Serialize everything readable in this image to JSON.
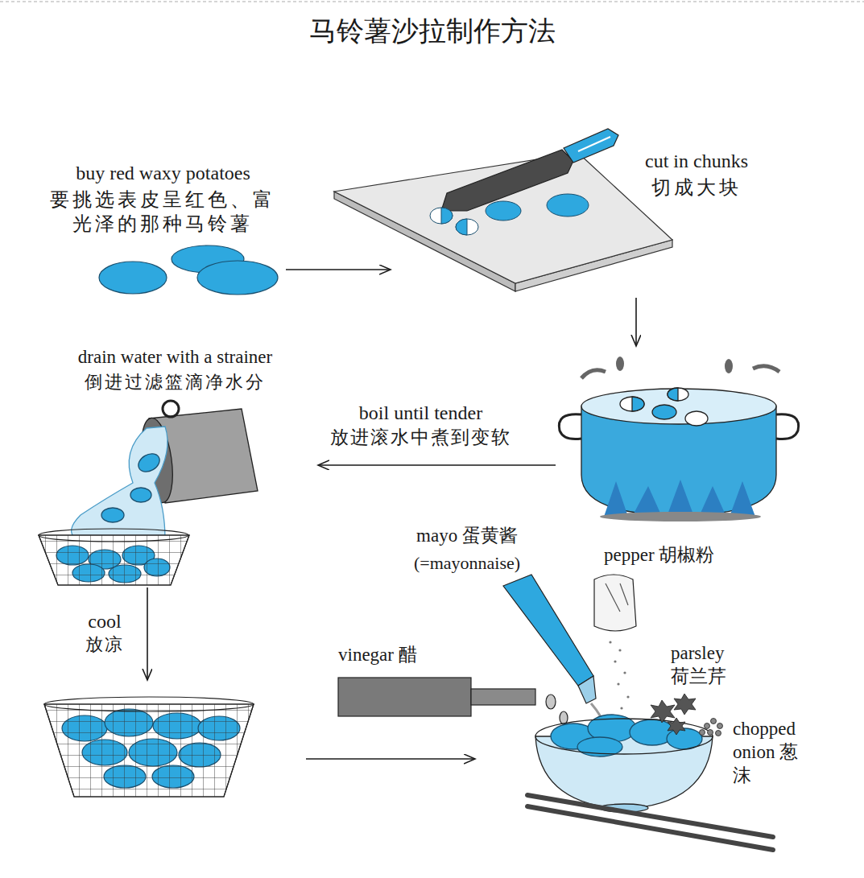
{
  "diagram": {
    "title": "马铃薯沙拉制作方法",
    "nodes": [
      {
        "text": [
          "buy red waxy potatoes",
          "要挑选表皮呈红色、富光泽的那种马铃薯"
        ]
      },
      {
        "text": [
          "cut in chunks",
          "切成大块"
        ]
      },
      {
        "text": [
          "boil until tender",
          "放进滚水中煮到变软"
        ]
      },
      {
        "text": [
          "drain water with a strainer",
          "倒进过滤篮滴净水分"
        ]
      },
      {
        "text": [
          "cool",
          "放凉"
        ]
      },
      {
        "text": [
          "mayo 蛋黄酱",
          "(=mayonnaise)",
          "pepper 胡椒粉",
          "vinegar 醋",
          "parsley 荷兰芹",
          "chopped onion 葱沫"
        ]
      }
    ],
    "edges": [
      {
        "from": 0,
        "to": 1,
        "arrow": "to"
      },
      {
        "from": 1,
        "to": 2,
        "arrow": "to"
      },
      {
        "from": 2,
        "to": 3,
        "arrow": "to"
      },
      {
        "from": 3,
        "to": 4,
        "arrow": "to"
      },
      {
        "from": 4,
        "to": 5,
        "arrow": "to"
      }
    ]
  }
}
